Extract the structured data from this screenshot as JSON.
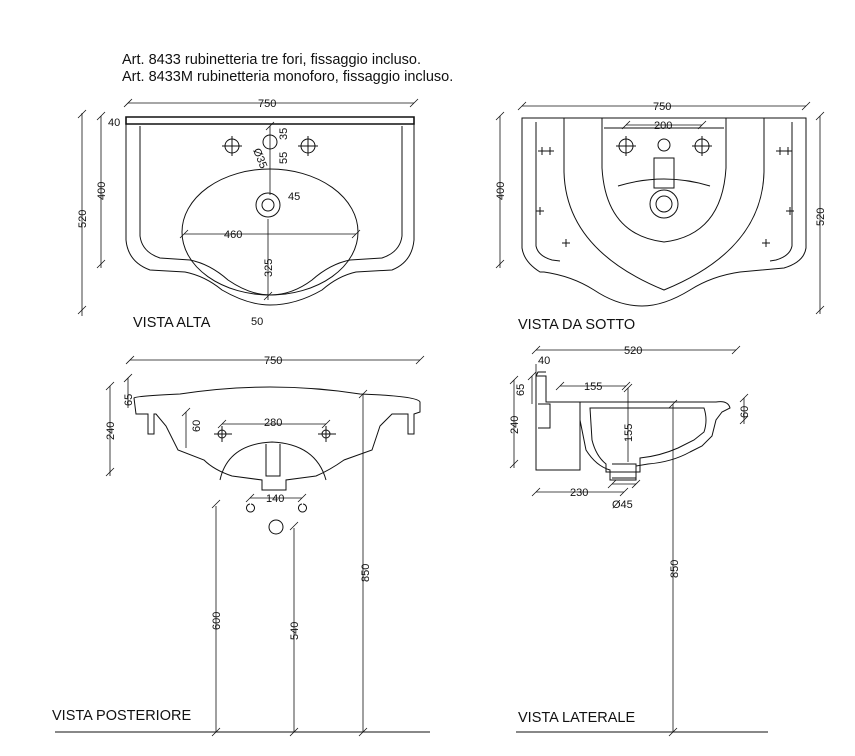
{
  "header": {
    "line1": "Art. 8433 rubinetteria tre fori, fissaggio incluso.",
    "line2": "Art. 8433M rubinetteria monoforo, fissaggio incluso."
  },
  "views": {
    "top": "VISTA ALTA",
    "bottom": "VISTA DA SOTTO",
    "rear": "VISTA POSTERIORE",
    "side": "VISTA LATERALE"
  },
  "dims": {
    "top": {
      "width": "750",
      "rim": "40",
      "total_depth": "520",
      "depth": "400",
      "hole_dia": "Ø35",
      "tap_offset": "35",
      "tap_spacing": "55",
      "drain": "45",
      "bowl_width": "460",
      "bowl_depth": "325",
      "front": "50"
    },
    "bottom": {
      "width": "750",
      "hole_spacing": "200",
      "depth": "400",
      "total_depth": "520"
    },
    "rear": {
      "width": "750",
      "height_left": "65",
      "height": "240",
      "rim": "60",
      "fixing": "280",
      "pipe": "140",
      "h600": "600",
      "h540": "540",
      "h850": "850"
    },
    "side": {
      "depth": "520",
      "wall": "40",
      "height_left": "65",
      "height": "240",
      "inner": "155",
      "bowl_h": "155",
      "rim": "60",
      "drain_dist": "230",
      "drain_dia": "Ø45",
      "h850": "850"
    }
  }
}
